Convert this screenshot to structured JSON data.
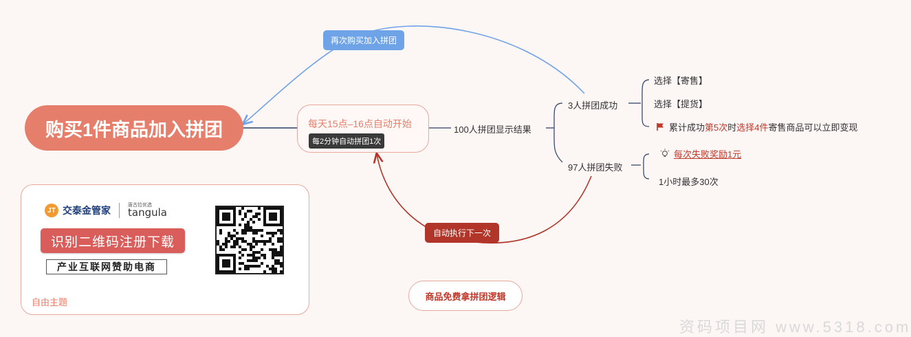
{
  "root": {
    "label": "购买1件商品加入拼团"
  },
  "center": {
    "title": "每天15点–16点自动开始",
    "tag": "每2分钟自动拼团1次"
  },
  "loops": {
    "rebuy": "再次购买加入拼团",
    "auto_next": "自动执行下一次"
  },
  "result": {
    "label": "100人拼团显示结果"
  },
  "success": {
    "label": "3人拼团成功",
    "options": [
      "选择【寄售】",
      "选择【提货】"
    ],
    "note": {
      "part1": "累计成功",
      "part2": "第5次",
      "part3": "时",
      "part4": "选择4件",
      "part5": "寄售商品可以立即变现"
    }
  },
  "failure": {
    "label": "97人拼团失败",
    "reward": "每次失败奖励1元",
    "limit": "1小时最多30次"
  },
  "panel": {
    "brand": "交泰金管家",
    "brand_logo": "JT",
    "brand2_top": "唐古拉优选",
    "brand2_name": "tangula",
    "banner": "识别二维码注册下载",
    "slogan": "产业互联网赞助电商",
    "footer": "自由主题"
  },
  "bottom_label": "商品免费拿拼团逻辑",
  "watermark": "资码项目网 www.5318.com",
  "colors": {
    "root": "#e57e6b",
    "blue_line": "#6fa3e8",
    "red_line": "#b13528",
    "dark_line": "#2c3e66"
  }
}
